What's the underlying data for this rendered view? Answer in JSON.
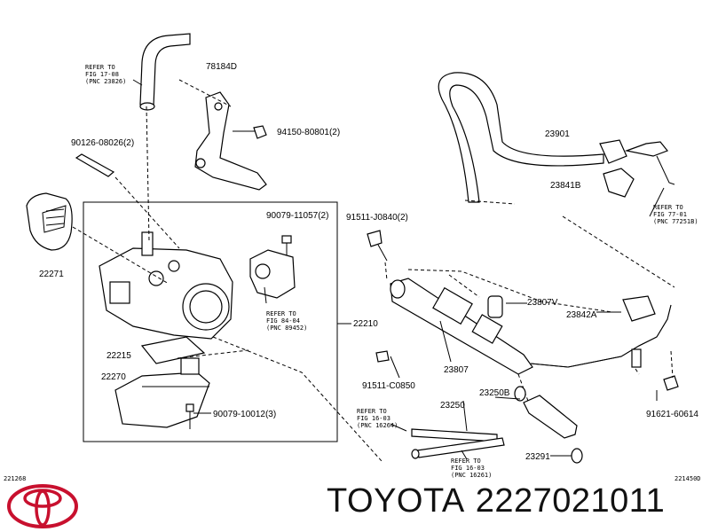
{
  "diagram": {
    "callouts": {
      "p78184D": "78184D",
      "p94150": "94150-80801(2)",
      "p90126": "90126-08026(2)",
      "p22271": "22271",
      "p90079a": "90079-11057(2)",
      "p91511a": "91511-J0840(2)",
      "p23901": "23901",
      "p23841B": "23841B",
      "p22210": "22210",
      "p22215": "22215",
      "p22270": "22270",
      "p90079b": "90079-10012(3)",
      "p91511b": "91511-C0850",
      "p23807V": "23807V",
      "p23842A": "23842A",
      "p23807": "23807",
      "p23250B": "23250B",
      "p23250": "23250",
      "p91621": "91621-60614",
      "p23291": "23291"
    },
    "refs": {
      "r1": [
        "REFER TO",
        "FIG 17-08",
        "(PNC 23826)"
      ],
      "r2": [
        "REFER TO",
        "FIG 84-04",
        "(PNC 89452)"
      ],
      "r3": [
        "REFER TO",
        "FIG 77-01",
        "(PNC 77251B)"
      ],
      "r4": [
        "REFER TO",
        "FIG 16-03",
        "(PNC 16264)"
      ],
      "r5": [
        "REFER TO",
        "FIG 16-03",
        "(PNC 16261)"
      ]
    },
    "codes": {
      "left": "221268",
      "right": "221450D"
    }
  },
  "brand": {
    "name": "TOYOTA",
    "part_number": "2227021011"
  },
  "colors": {
    "logo_red": "#c8102e",
    "ink": "#000000"
  }
}
